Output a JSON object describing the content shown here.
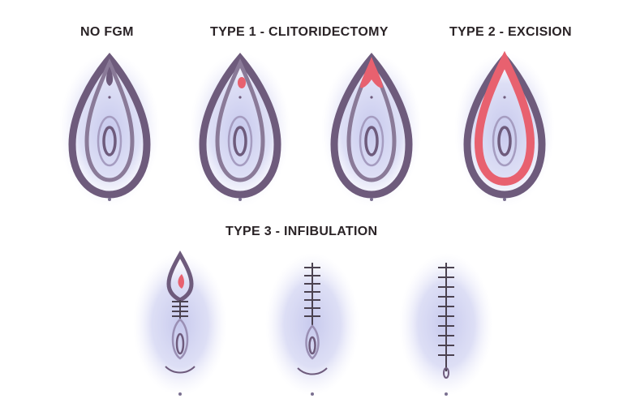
{
  "headings": {
    "no_fgm": "NO FGM",
    "type1": "TYPE 1 - CLITORIDECTOMY",
    "type2": "TYPE 2 - EXCISION",
    "type3": "TYPE 3 - INFIBULATION"
  },
  "colors": {
    "skin_glow": "#cfd0ef",
    "outline": "#6e5b7c",
    "inner_lines": "#9a8fb4",
    "removed_tissue": "#e8616f",
    "stitch": "#4b4250"
  }
}
